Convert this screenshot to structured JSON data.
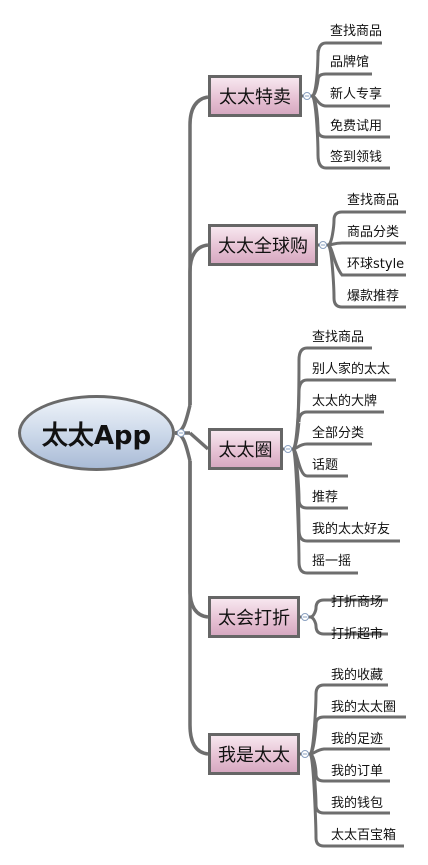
{
  "root": {
    "label": "太太App"
  },
  "branches": [
    {
      "label": "太太特卖",
      "children": [
        "查找商品",
        "品牌馆",
        "新人专享",
        "免费试用",
        "签到领钱"
      ]
    },
    {
      "label": "太太全球购",
      "children": [
        "查找商品",
        "商品分类",
        "环球style",
        "爆款推荐"
      ]
    },
    {
      "label": "太太圈",
      "children": [
        "查找商品",
        "别人家的太太",
        "太太的大牌",
        "全部分类",
        "话题",
        "推荐",
        "我的太太好友",
        "摇一摇"
      ]
    },
    {
      "label": "太会打折",
      "children": [
        "打折商场",
        "打折超市"
      ]
    },
    {
      "label": "我是太太",
      "children": [
        "我的收藏",
        "我的太太圈",
        "我的足迹",
        "我的订单",
        "我的钱包",
        "太太百宝箱"
      ]
    }
  ],
  "colors": {
    "line": "#6e6e6e",
    "node_border": "#666666",
    "branch_fill": "#e5bfd2",
    "root_fill": "#cdd9ea"
  }
}
